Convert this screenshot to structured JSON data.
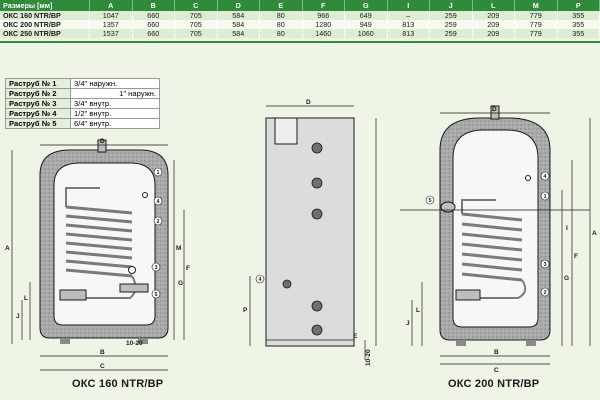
{
  "table": {
    "headers": [
      "Размеры [мм]",
      "A",
      "B",
      "C",
      "D",
      "E",
      "F",
      "G",
      "I",
      "J",
      "L",
      "M",
      "P"
    ],
    "rows": [
      [
        "ОКС 160 NTR/BP",
        "1047",
        "660",
        "705",
        "584",
        "80",
        "966",
        "649",
        "–",
        "259",
        "209",
        "779",
        "355"
      ],
      [
        "ОКС 200 NTR/BP",
        "1357",
        "660",
        "705",
        "584",
        "80",
        "1280",
        "949",
        "813",
        "259",
        "209",
        "779",
        "355"
      ],
      [
        "ОКС 250 NTR/BP",
        "1537",
        "660",
        "705",
        "584",
        "80",
        "1460",
        "1060",
        "813",
        "259",
        "209",
        "779",
        "355"
      ]
    ]
  },
  "ports": [
    {
      "name": "Раструб № 1",
      "desc": "3/4\" наружн."
    },
    {
      "name": "Раструб № 2",
      "desc": "1\" наружн."
    },
    {
      "name": "Раструб № 3",
      "desc": "3/4\" внутр."
    },
    {
      "name": "Раструб № 4",
      "desc": "1/2\" внутр."
    },
    {
      "name": "Раструб № 5",
      "desc": "6/4\" внутр."
    }
  ],
  "captions": {
    "left": "ОКС 160 NTR/BP",
    "right": "ОКС 200 NTR/BP"
  },
  "dim_labels": {
    "A": "A",
    "B": "B",
    "C": "C",
    "D": "D",
    "E": "E",
    "F": "F",
    "G": "G",
    "I": "I",
    "J": "J",
    "L": "L",
    "M": "M",
    "P": "P",
    "gap": "10-20",
    "gap_vertical": "10-20"
  },
  "callouts": [
    "1",
    "2",
    "3",
    "4",
    "5"
  ],
  "colors": {
    "green": "#2f8b3a",
    "background": "#eef5e6",
    "insulation": "#a9a9a9",
    "tank_inner": "#f7f7f7",
    "coil": "#7a7a7a",
    "line": "#1a1a1a"
  }
}
